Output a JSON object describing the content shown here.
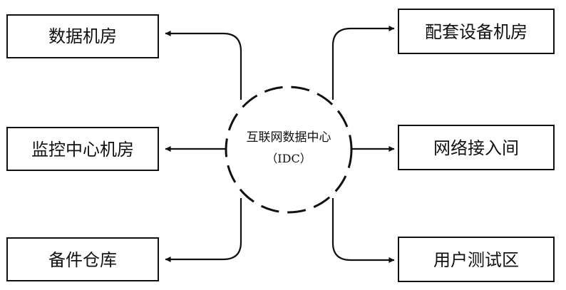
{
  "center": {
    "title": "互联网数据中心",
    "subtitle": "（IDC）"
  },
  "left_rooms": [
    {
      "label": "数据机房"
    },
    {
      "label": "监控中心机房"
    },
    {
      "label": "备件仓库"
    }
  ],
  "right_rooms": [
    {
      "label": "配套设备机房"
    },
    {
      "label": "网络接入间"
    },
    {
      "label": "用户测试区"
    }
  ],
  "colors": {
    "line": "#111111",
    "box_fill": "#ffffff",
    "background": "#ffffff"
  }
}
